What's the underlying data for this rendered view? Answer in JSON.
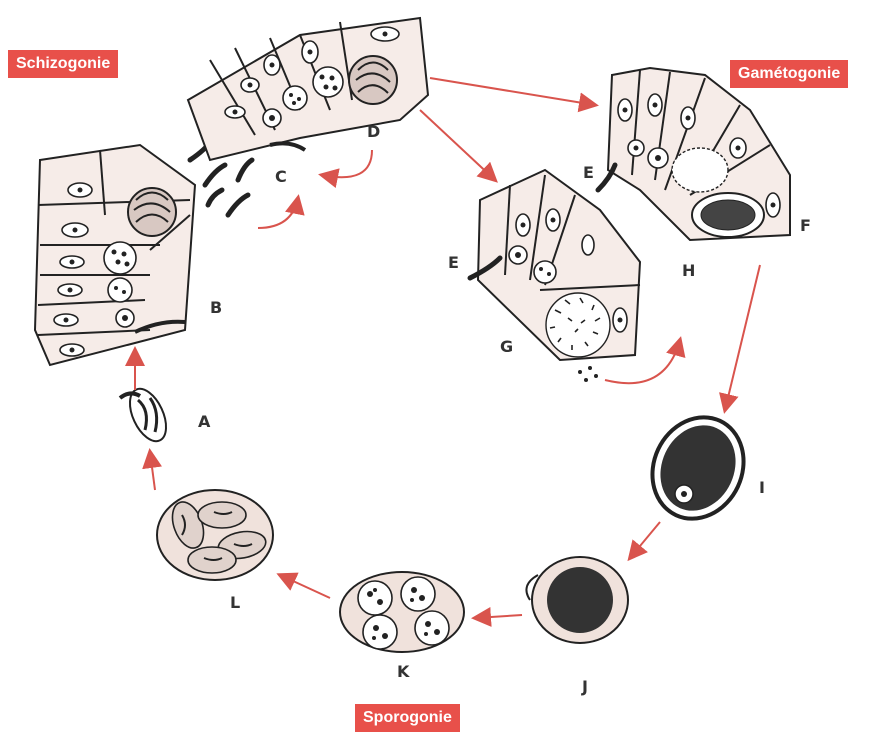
{
  "phases": {
    "schizogonie": "Schizogonie",
    "gametogonie": "Gamétogonie",
    "sporogonie": "Sporogonie"
  },
  "stages": {
    "A": "A",
    "B": "B",
    "C": "C",
    "D": "D",
    "E1": "E",
    "E2": "E",
    "F": "F",
    "G": "G",
    "H": "H",
    "I": "I",
    "J": "J",
    "K": "K",
    "L": "L"
  },
  "colors": {
    "label_bg": "#e8504a",
    "arrow": "#d9544d",
    "cell_fill": "#f6ece8"
  }
}
